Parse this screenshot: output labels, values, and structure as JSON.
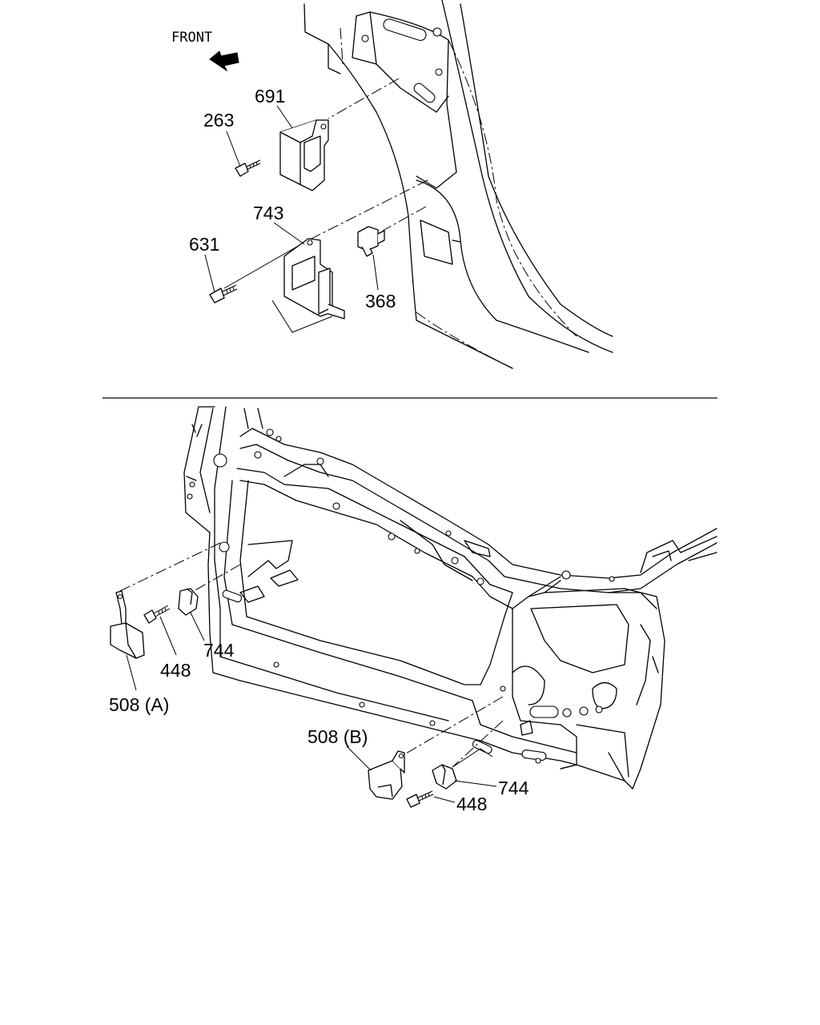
{
  "front_label": "FRONT",
  "callouts": {
    "c691": "691",
    "c263": "263",
    "c743": "743",
    "c631": "631",
    "c368": "368",
    "c448a": "448",
    "c744a": "744",
    "c508a": "508 (A)",
    "c508b": "508 (B)",
    "c744b": "744",
    "c448b": "448"
  }
}
